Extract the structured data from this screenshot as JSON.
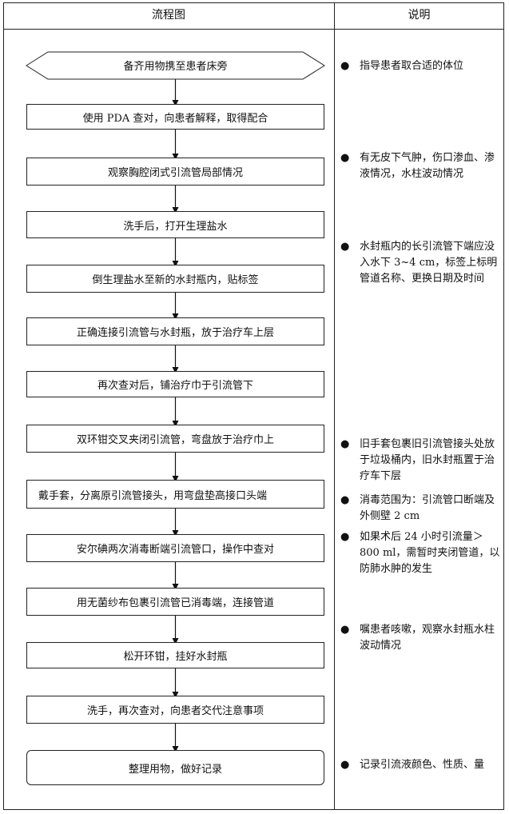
{
  "header": {
    "flow_title": "流程图",
    "note_title": "说明"
  },
  "steps": [
    "备齐用物携至患者床旁",
    "使用 PDA 查对，向患者解释，取得配合",
    "观察胸腔闭式引流管局部情况",
    "洗手后，打开生理盐水",
    "倒生理盐水至新的水封瓶内，贴标签",
    "正确连接引流管与水封瓶，放于治疗车上层",
    "再次查对后，铺治疗巾于引流管下",
    "双环钳交叉夹闭引流管，弯盘放于治疗巾上",
    "戴手套，分离原引流管接头，用弯盘垫高接口头端",
    "安尔碘两次消毒断端引流管口，操作中查对",
    "用无菌纱布包裹引流管已消毒端，连接管道",
    "松开环钳，挂好水封瓶",
    "洗手，再次查对，向患者交代注意事项",
    "整理用物，做好记录"
  ],
  "notes": [
    "指导患者取合适的体位",
    "有无皮下气肿，伤口渗血、渗液情况，水柱波动情况",
    "水封瓶内的长引流管下端应没入水下 3~4 cm，标签上标明管道名称、更换日期及时间",
    "旧手套包裹旧引流管接头处放于垃圾桶内，旧水封瓶置于治疗车下层",
    "消毒范围为：引流管口断端及外侧壁 2 cm",
    "如果术后 24 小时引流量＞800 ml，需暂时夹闭管道，以防肺水肿的发生",
    "嘱患者咳嗽，观察水封瓶水柱波动情况",
    "记录引流液颜色、性质、量"
  ],
  "bullet_glyph": "●"
}
